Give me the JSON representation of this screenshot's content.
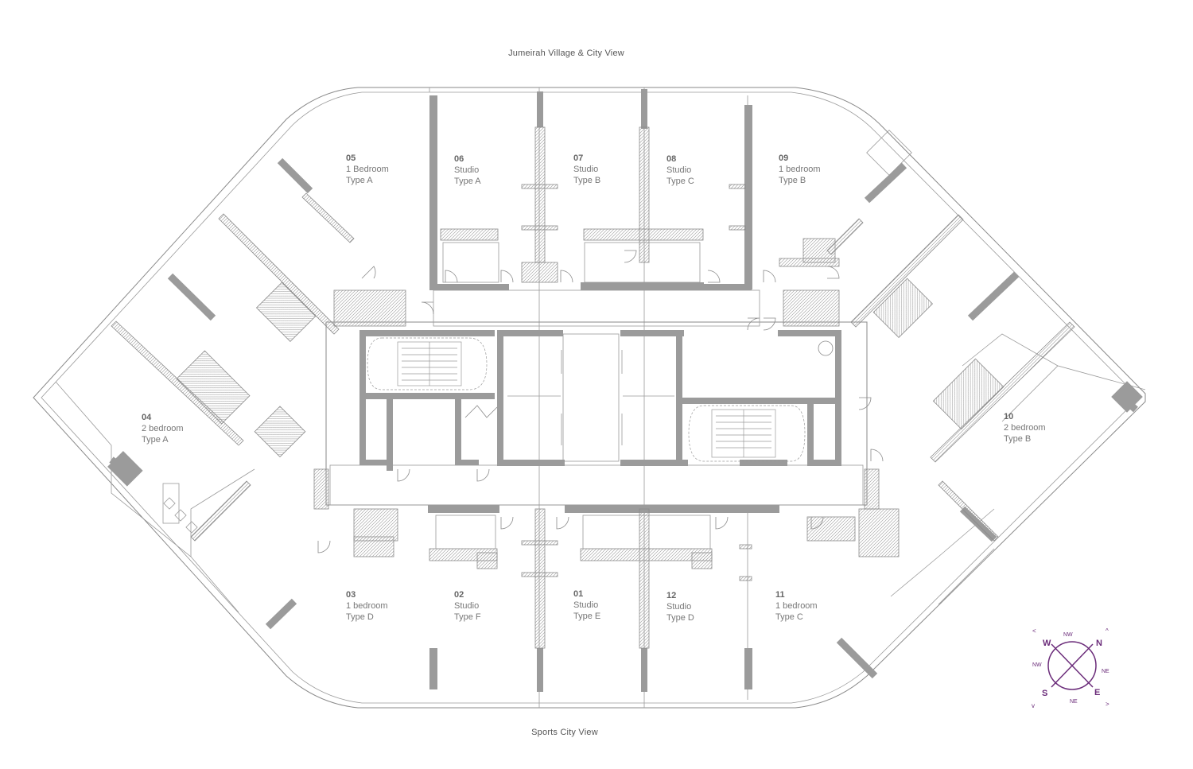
{
  "views": {
    "top": "Jumeirah Village & City View",
    "bottom": "Sports City View"
  },
  "units": [
    {
      "num": "05",
      "line1": "1 Bedroom",
      "line2": "Type A"
    },
    {
      "num": "06",
      "line1": "Studio",
      "line2": "Type A"
    },
    {
      "num": "07",
      "line1": "Studio",
      "line2": "Type B"
    },
    {
      "num": "08",
      "line1": "Studio",
      "line2": "Type C"
    },
    {
      "num": "09",
      "line1": "1 bedroom",
      "line2": "Type B"
    },
    {
      "num": "04",
      "line1": "2 bedroom",
      "line2": "Type A"
    },
    {
      "num": "10",
      "line1": "2 bedroom",
      "line2": "Type B"
    },
    {
      "num": "03",
      "line1": "1 bedroom",
      "line2": "Type D"
    },
    {
      "num": "02",
      "line1": "Studio",
      "line2": "Type F"
    },
    {
      "num": "01",
      "line1": "Studio",
      "line2": "Type E"
    },
    {
      "num": "12",
      "line1": "Studio",
      "line2": "Type D"
    },
    {
      "num": "11",
      "line1": "1 bedroom",
      "line2": "Type C"
    }
  ],
  "compass": {
    "n": "N",
    "e": "E",
    "s": "S",
    "w": "W",
    "nw_top": "NW",
    "ne_right": "NE",
    "ne_bottom": "NE",
    "nw_left": "NW",
    "color": "#6b2c7a"
  },
  "colors": {
    "wall": "#9b9b9b",
    "line": "#8a8a8a"
  }
}
